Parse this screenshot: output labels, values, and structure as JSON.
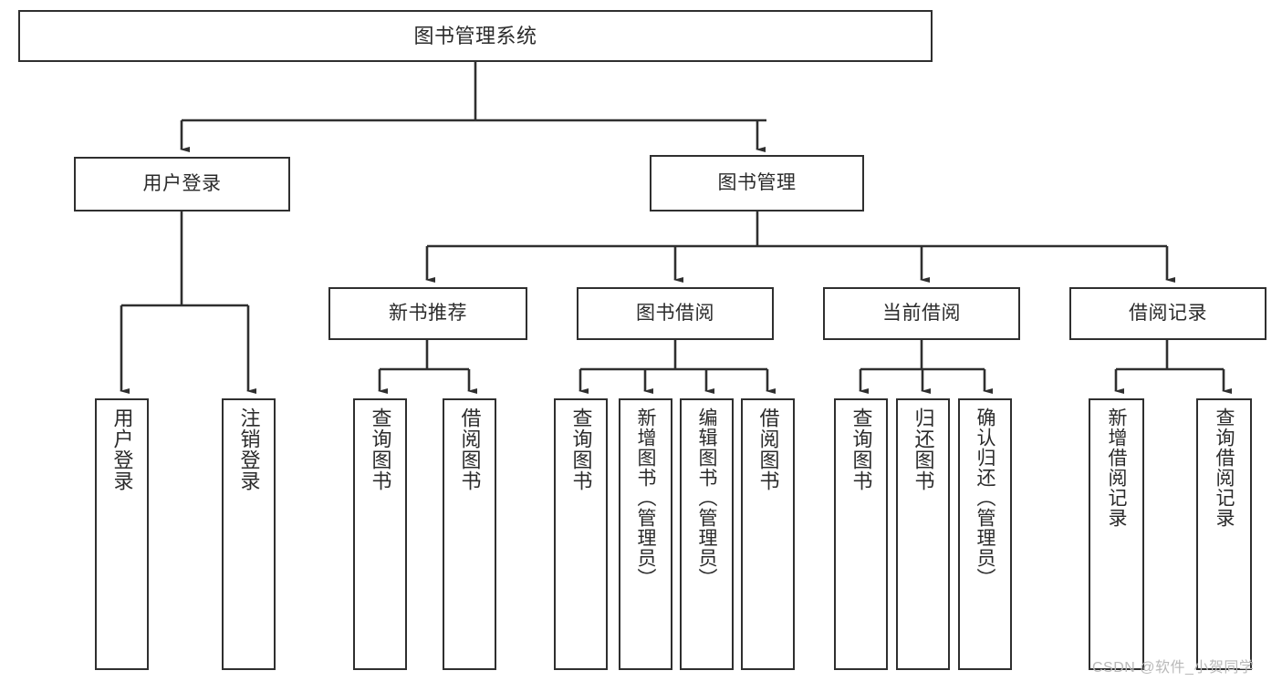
{
  "diagram": {
    "type": "tree-hierarchy-chart",
    "title": "图书管理系统",
    "line_color": "#2f2f2f",
    "box_fill": "#ffffff",
    "text_color": "#2b2b2b",
    "levels": 4,
    "root": {
      "id": "root",
      "label": "图书管理系统"
    },
    "level2": [
      {
        "id": "user-login",
        "label": "用户登录"
      },
      {
        "id": "book-manage",
        "label": "图书管理"
      }
    ],
    "level3": [
      {
        "id": "new-book-recommend",
        "label": "新书推荐",
        "parent": "book-manage"
      },
      {
        "id": "book-borrow",
        "label": "图书借阅",
        "parent": "book-manage"
      },
      {
        "id": "current-borrow",
        "label": "当前借阅",
        "parent": "book-manage"
      },
      {
        "id": "borrow-record",
        "label": "借阅记录",
        "parent": "book-manage"
      }
    ],
    "leaves": {
      "user_login": [
        {
          "id": "leaf-user-login",
          "label": "用户登录"
        },
        {
          "id": "leaf-logout",
          "label": "注销登录"
        }
      ],
      "new_book_recommend": [
        {
          "id": "leaf-query-book-1",
          "label": "查询图书"
        },
        {
          "id": "leaf-borrow-book-1",
          "label": "借阅图书"
        }
      ],
      "book_borrow": [
        {
          "id": "leaf-query-book-2",
          "label": "查询图书"
        },
        {
          "id": "leaf-add-book",
          "label": "新增图书（管理员）"
        },
        {
          "id": "leaf-edit-book",
          "label": "编辑图书（管理员）"
        },
        {
          "id": "leaf-borrow-book-2",
          "label": "借阅图书"
        }
      ],
      "current_borrow": [
        {
          "id": "leaf-query-book-3",
          "label": "查询图书"
        },
        {
          "id": "leaf-return-book",
          "label": "归还图书"
        },
        {
          "id": "leaf-confirm-return",
          "label": "确认归还（管理员）"
        }
      ],
      "borrow_record": [
        {
          "id": "leaf-add-record",
          "label": "新增借阅记录"
        },
        {
          "id": "leaf-query-record",
          "label": "查询借阅记录"
        }
      ]
    }
  },
  "watermark": {
    "text": "CSDN @软件_小贺同学"
  }
}
